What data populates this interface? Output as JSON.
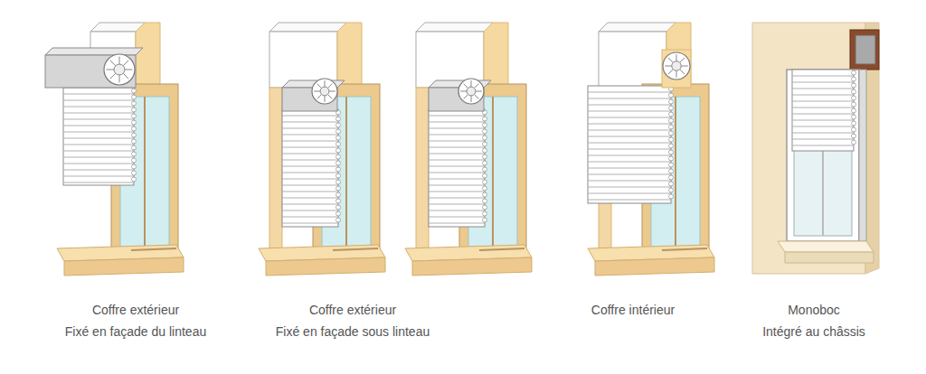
{
  "diagram": {
    "labels": [
      "Coffre extérieur",
      "Fixé en façade du linteau",
      "Coffre extérieur",
      "Fixé en façade sous linteau",
      "Coffre intérieur",
      "Monoboc",
      "Intégré au châssis"
    ]
  }
}
